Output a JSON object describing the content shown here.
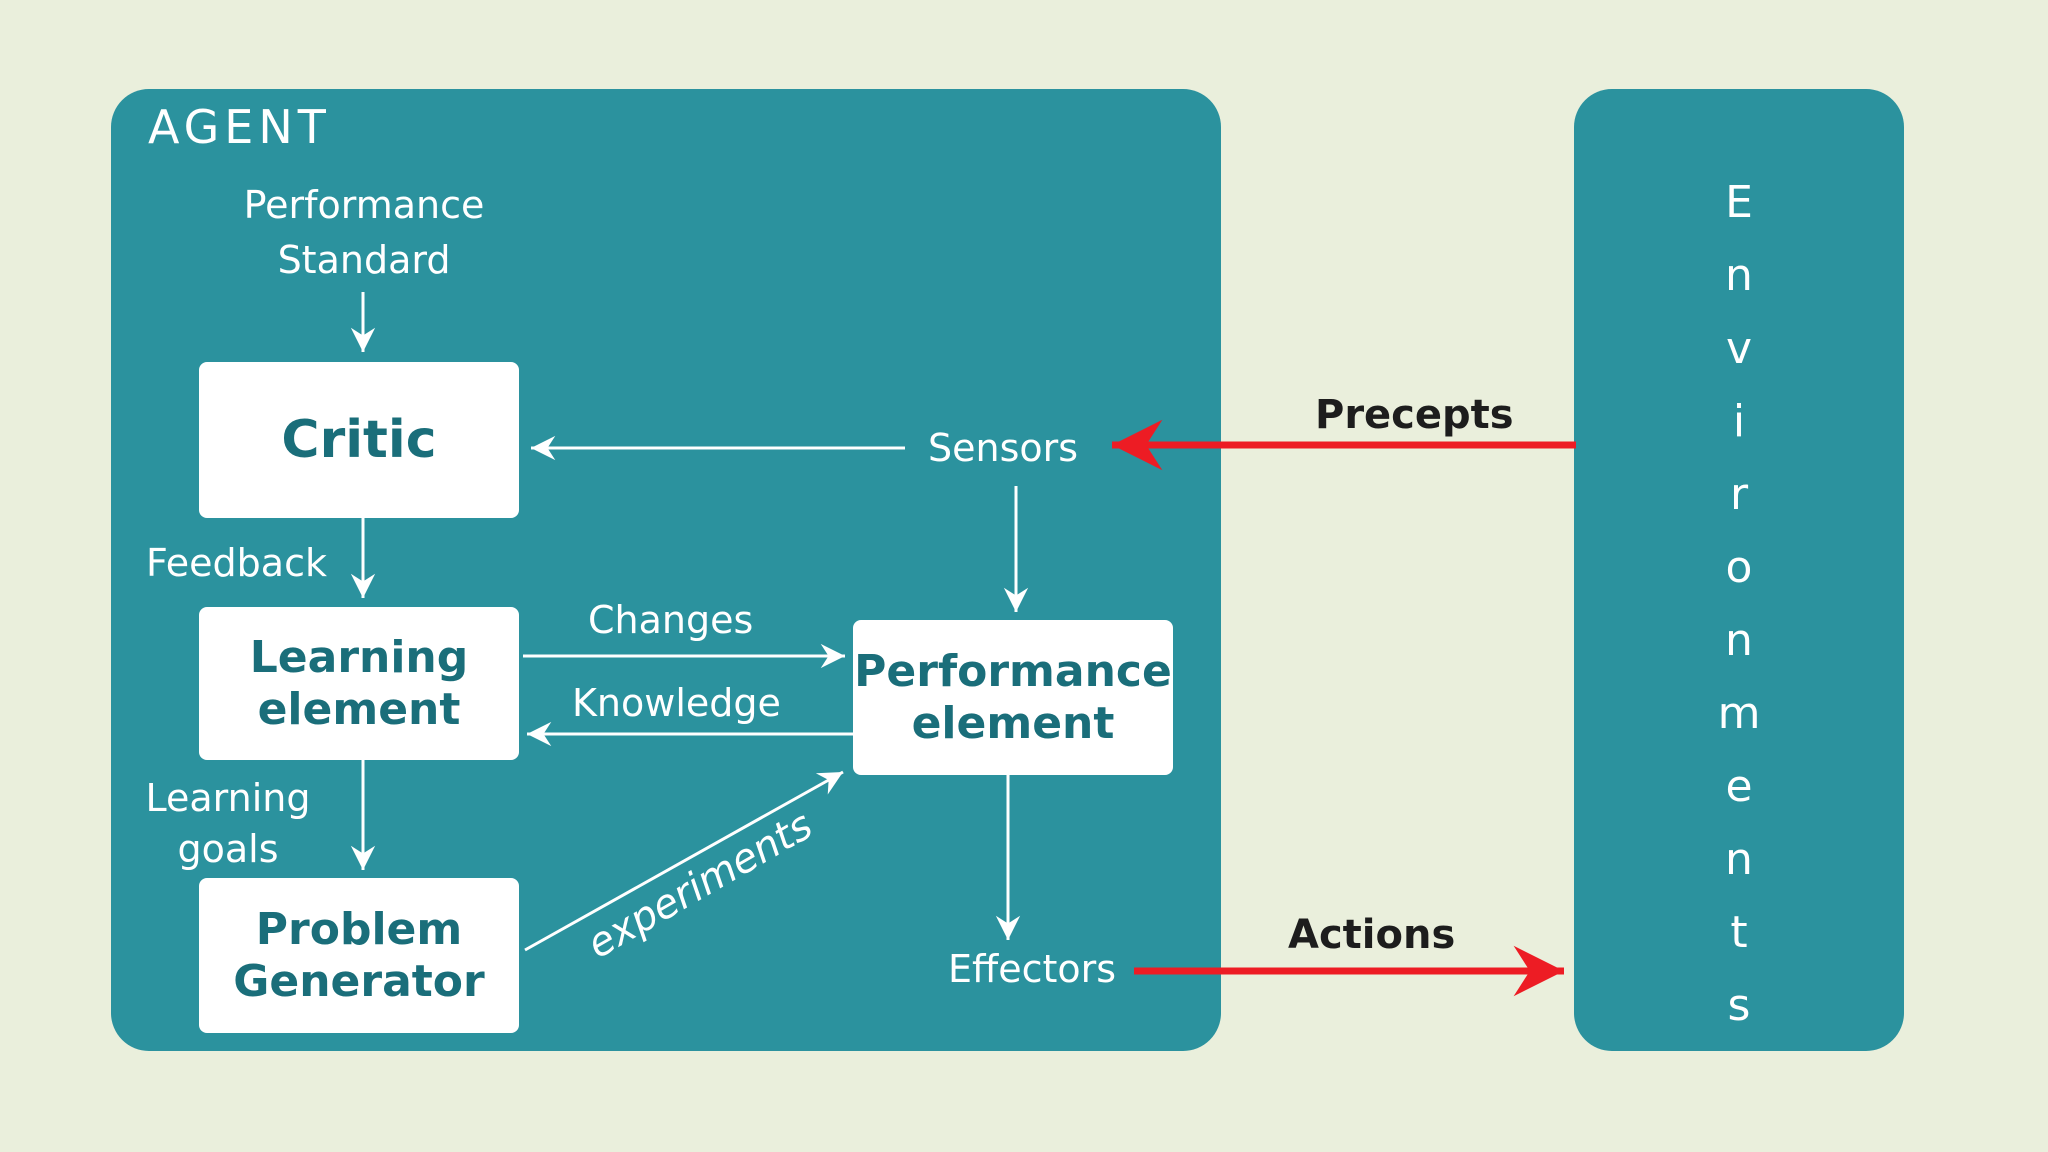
{
  "colors": {
    "background": "#eaefdc",
    "panel-teal": "#2b929e",
    "box-white": "#ffffff",
    "box-text": "#1a6e7a",
    "label-white": "#ffffff",
    "arrow-white": "#ffffff",
    "arrow-red": "#ed1c24",
    "external-text": "#1d1d1d"
  },
  "agent": {
    "title": "AGENT",
    "nodes": {
      "critic": "Critic",
      "learning_element": "Learning\nelement",
      "performance_element": "Performance\nelement",
      "problem_generator": "Problem\nGenerator"
    },
    "labels": {
      "performance_standard": "Performance\nStandard",
      "feedback": "Feedback",
      "changes": "Changes",
      "knowledge": "Knowledge",
      "learning_goals": "Learning\ngoals",
      "experiments": "experiments",
      "sensors": "Sensors",
      "effectors": "Effectors"
    }
  },
  "environment": {
    "title": "Environments"
  },
  "flows": {
    "precepts": "Precepts",
    "actions": "Actions"
  }
}
